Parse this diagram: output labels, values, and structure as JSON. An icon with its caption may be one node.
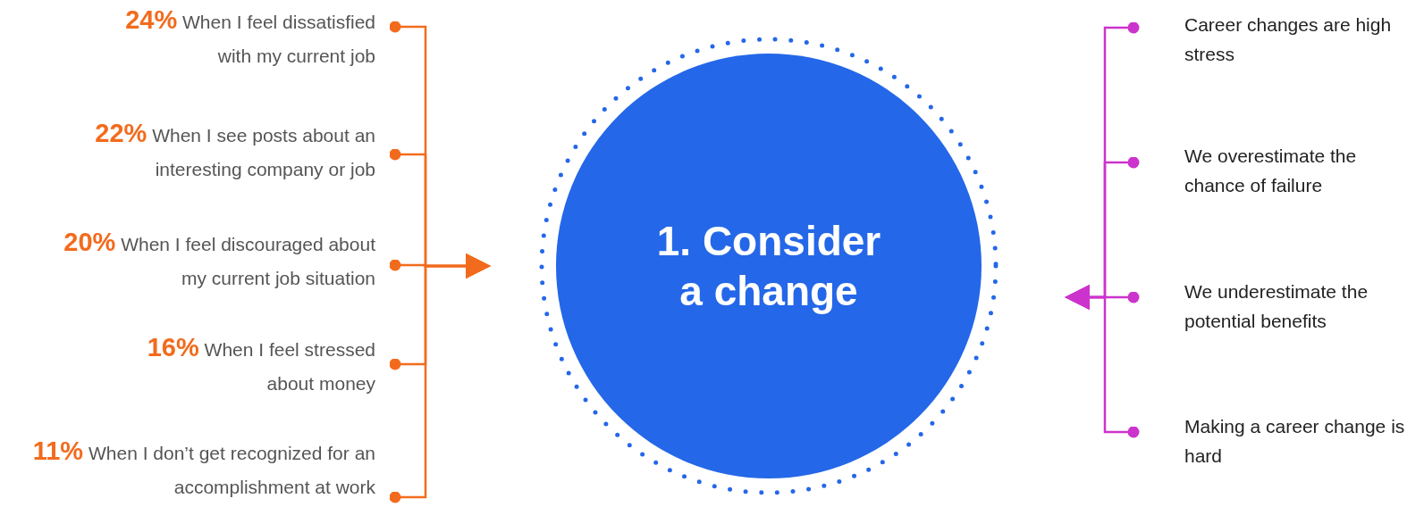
{
  "diagram": {
    "nodes": [
      {
        "text": [
          "**24%** When I feel dissatisfied with my current job"
        ]
      },
      {
        "text": [
          "**22%** When I see posts about an interesting company or job"
        ]
      },
      {
        "text": [
          "**20%** When I feel discouraged about my current job situation"
        ]
      },
      {
        "text": [
          "**16%** When I feel stressed about money"
        ]
      },
      {
        "text": [
          "**11%** When I don’t get recognized for an accomplishment at work"
        ]
      },
      {
        "text": [
          "1. Consider a change"
        ]
      },
      {
        "text": [
          "Career changes are high stress"
        ]
      },
      {
        "text": [
          "We overestimate the chance of failure"
        ]
      },
      {
        "text": [
          "We underestimate the potential benefits"
        ]
      },
      {
        "text": [
          "Making a career change is hard"
        ]
      }
    ],
    "edges": [
      {
        "from": 0,
        "to": 5,
        "arrow": "to"
      },
      {
        "from": 1,
        "to": 5,
        "arrow": "to"
      },
      {
        "from": 2,
        "to": 5,
        "arrow": "to"
      },
      {
        "from": 3,
        "to": 5,
        "arrow": "to"
      },
      {
        "from": 4,
        "to": 5,
        "arrow": "to"
      },
      {
        "from": 6,
        "to": 5,
        "arrow": "to",
        "color": "#cc33cc"
      },
      {
        "from": 7,
        "to": 5,
        "arrow": "to",
        "color": "#cc33cc"
      },
      {
        "from": 8,
        "to": 5,
        "arrow": "to",
        "color": "#cc33cc"
      },
      {
        "from": 9,
        "to": 5,
        "arrow": "to",
        "color": "#cc33cc"
      }
    ]
  }
}
